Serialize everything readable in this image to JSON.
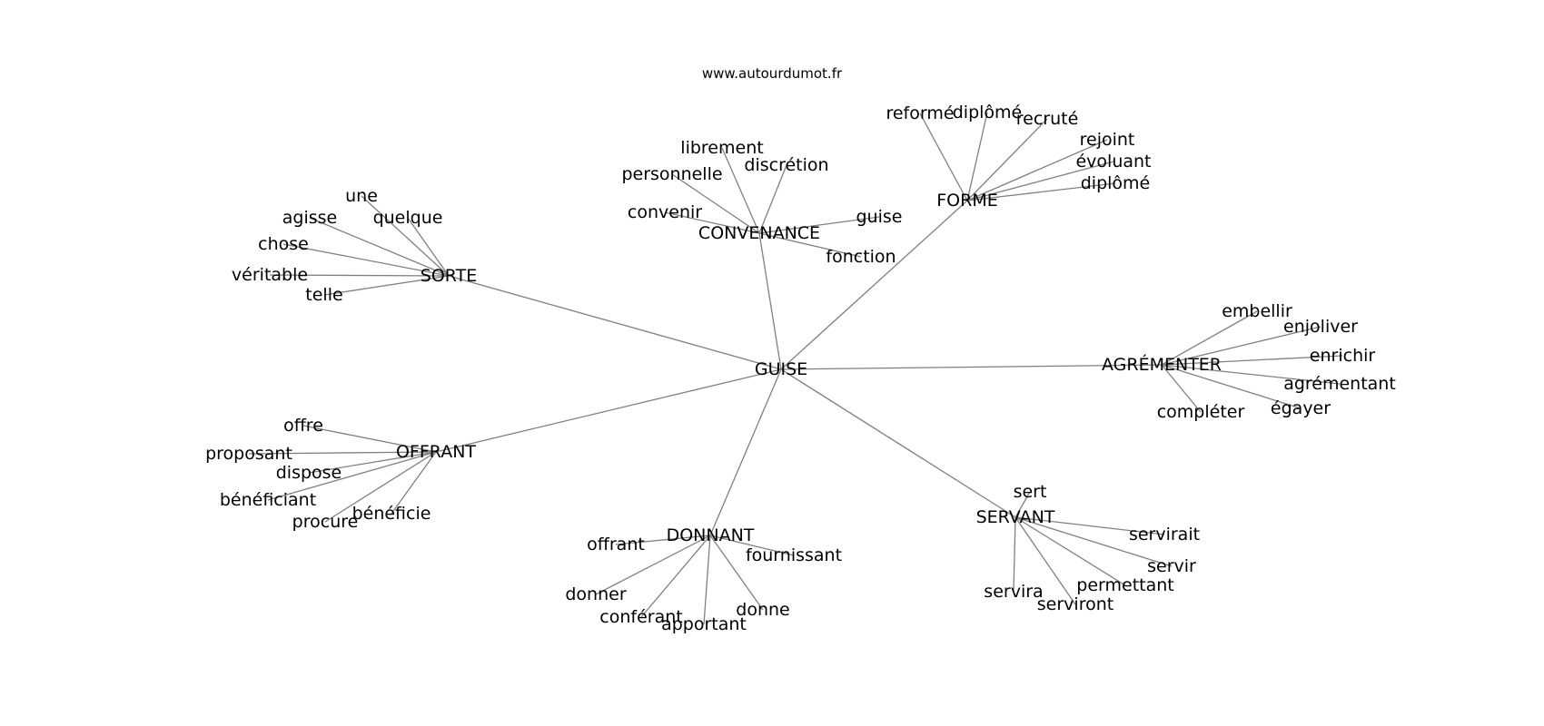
{
  "source": "www.autourdumot.fr",
  "graph": {
    "center": "GUISE",
    "clusters": [
      {
        "hub": "CONVENANCE",
        "words": [
          "librement",
          "personnelle",
          "discrétion",
          "convenir",
          "guise",
          "fonction"
        ]
      },
      {
        "hub": "FORME",
        "words": [
          "reformé",
          "diplômé",
          "recruté",
          "rejoint",
          "évoluant",
          "diplômé"
        ]
      },
      {
        "hub": "SORTE",
        "words": [
          "une",
          "agisse",
          "quelque",
          "chose",
          "véritable",
          "telle"
        ]
      },
      {
        "hub": "AGRÉMENTER",
        "words": [
          "embellir",
          "enjoliver",
          "enrichir",
          "agrémentant",
          "égayer",
          "compléter"
        ]
      },
      {
        "hub": "OFFRANT",
        "words": [
          "offre",
          "proposant",
          "dispose",
          "bénéficiant",
          "procure",
          "bénéficie"
        ]
      },
      {
        "hub": "DONNANT",
        "words": [
          "offrant",
          "fournissant",
          "donner",
          "conférant",
          "apportant",
          "donne"
        ]
      },
      {
        "hub": "SERVANT",
        "words": [
          "sert",
          "servirait",
          "servir",
          "permettant",
          "serviront",
          "servira"
        ]
      }
    ]
  }
}
